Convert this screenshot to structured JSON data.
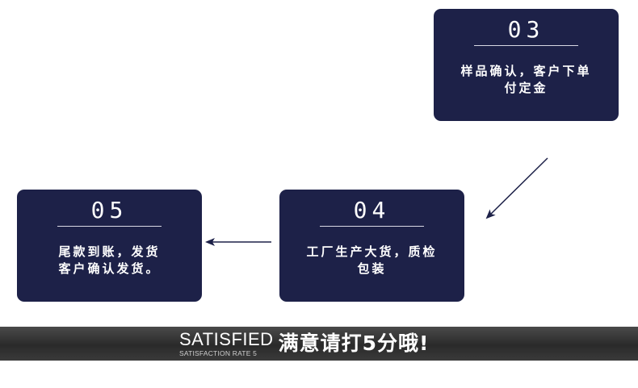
{
  "steps": [
    {
      "num": "03",
      "lines": [
        "样品确认，客户下单",
        "付定金"
      ]
    },
    {
      "num": "04",
      "lines": [
        "工厂生产大货，质检",
        "包装"
      ]
    },
    {
      "num": "05",
      "lines": [
        "尾款到账，发货",
        "客户确认发货。"
      ]
    }
  ],
  "footer": {
    "title": "SATISFIED",
    "subtitle": "SATISFACTION RATE 5",
    "slogan": "满意请打5分哦!"
  },
  "colors": {
    "card": "#1d2148",
    "arrow": "#1d2148",
    "band": "#333333"
  }
}
